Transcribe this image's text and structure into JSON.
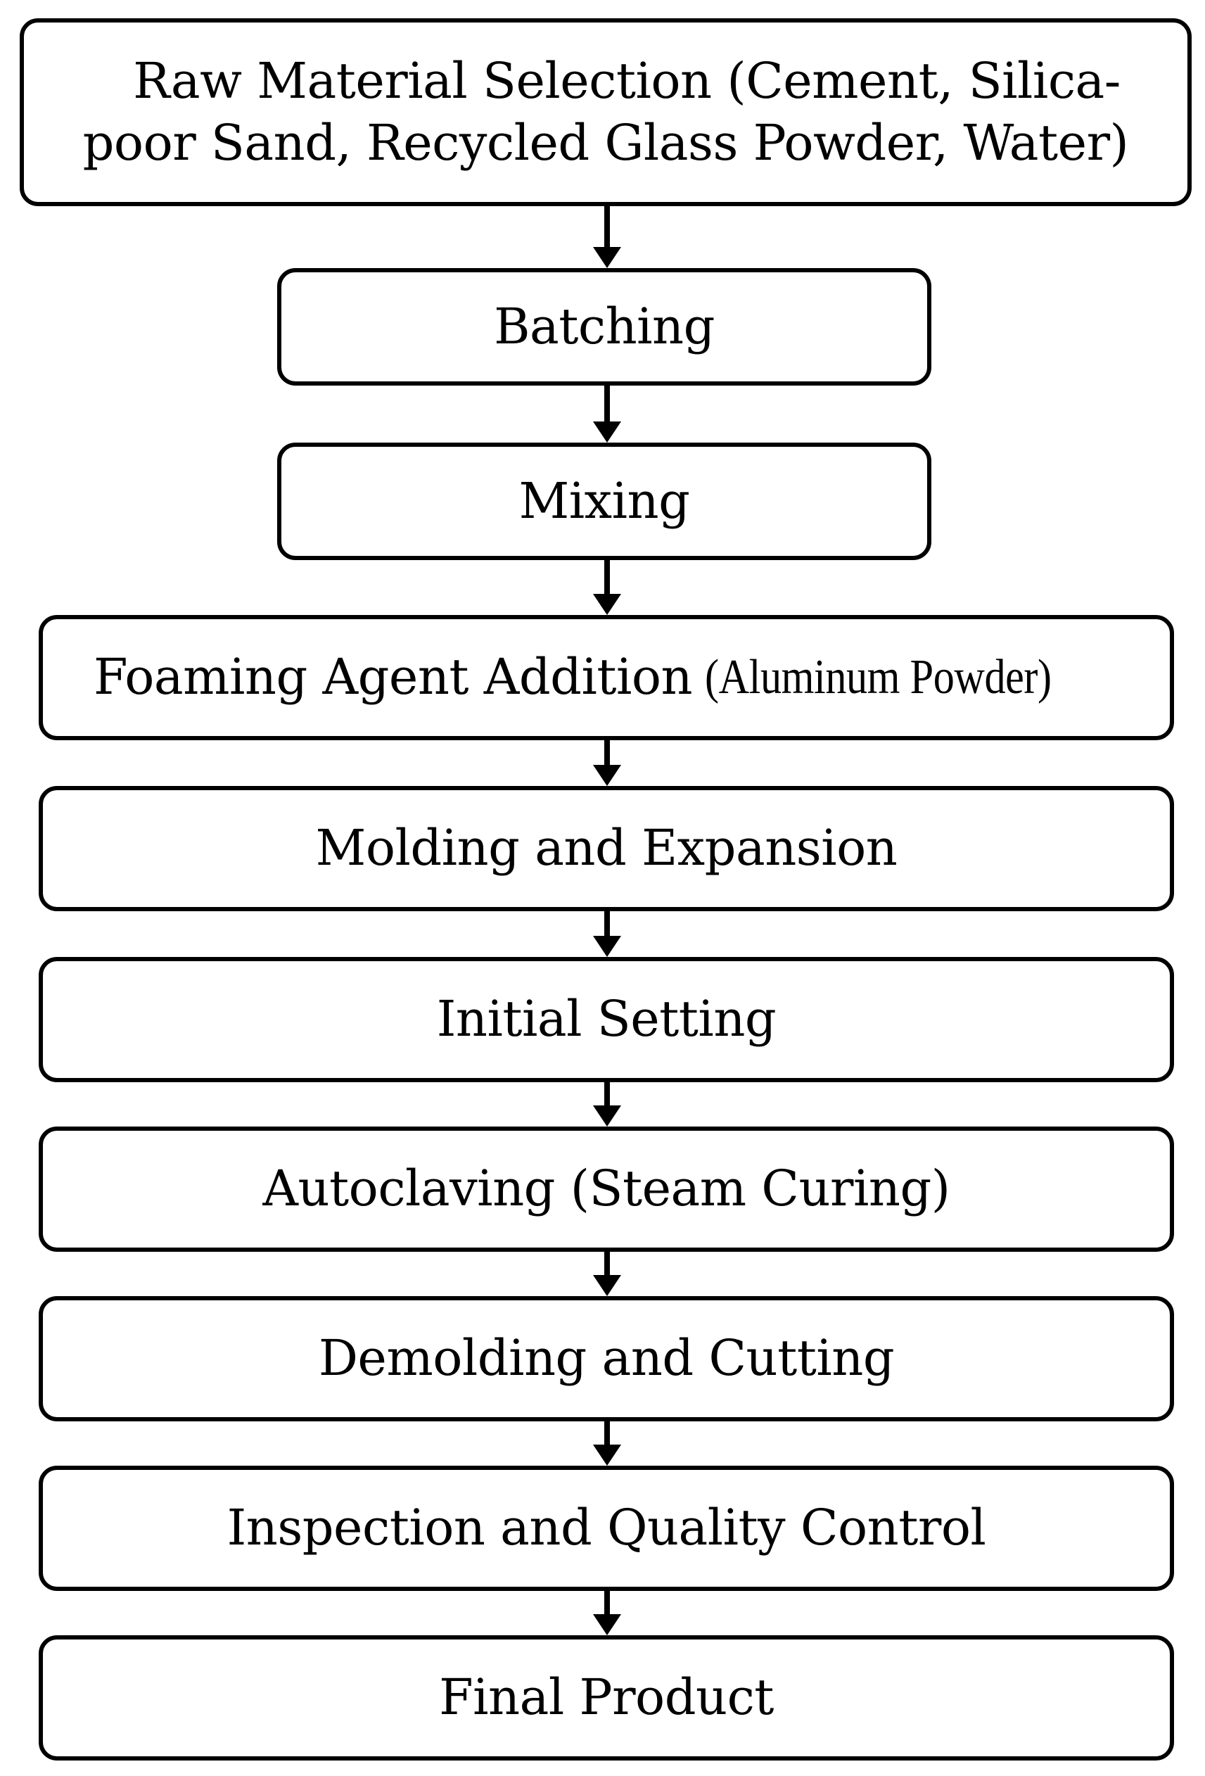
{
  "flowchart": {
    "steps": [
      {
        "line1": "Raw Material Selection (Cement, Silica-",
        "line2": "poor Sand, Recycled Glass Powder, Water)"
      },
      {
        "label": "Batching"
      },
      {
        "label": "Mixing"
      },
      {
        "label": "Foaming Agent Addition",
        "sub": "(Aluminum Powder)"
      },
      {
        "label": "Molding and Expansion"
      },
      {
        "label": "Initial Setting"
      },
      {
        "label": "Autoclaving (Steam Curing)"
      },
      {
        "label": "Demolding and Cutting"
      },
      {
        "label": "Inspection and Quality Control"
      },
      {
        "label": "Final Product"
      }
    ]
  }
}
